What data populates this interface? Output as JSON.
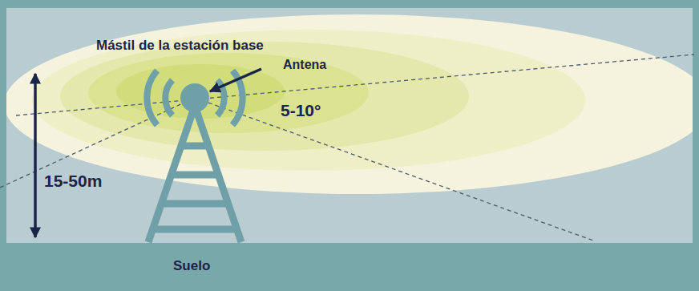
{
  "diagram": {
    "labels": [
      "Mástil de la estación base",
      "Antena",
      "5-10°",
      "15-50m",
      "Suelo"
    ]
  }
}
